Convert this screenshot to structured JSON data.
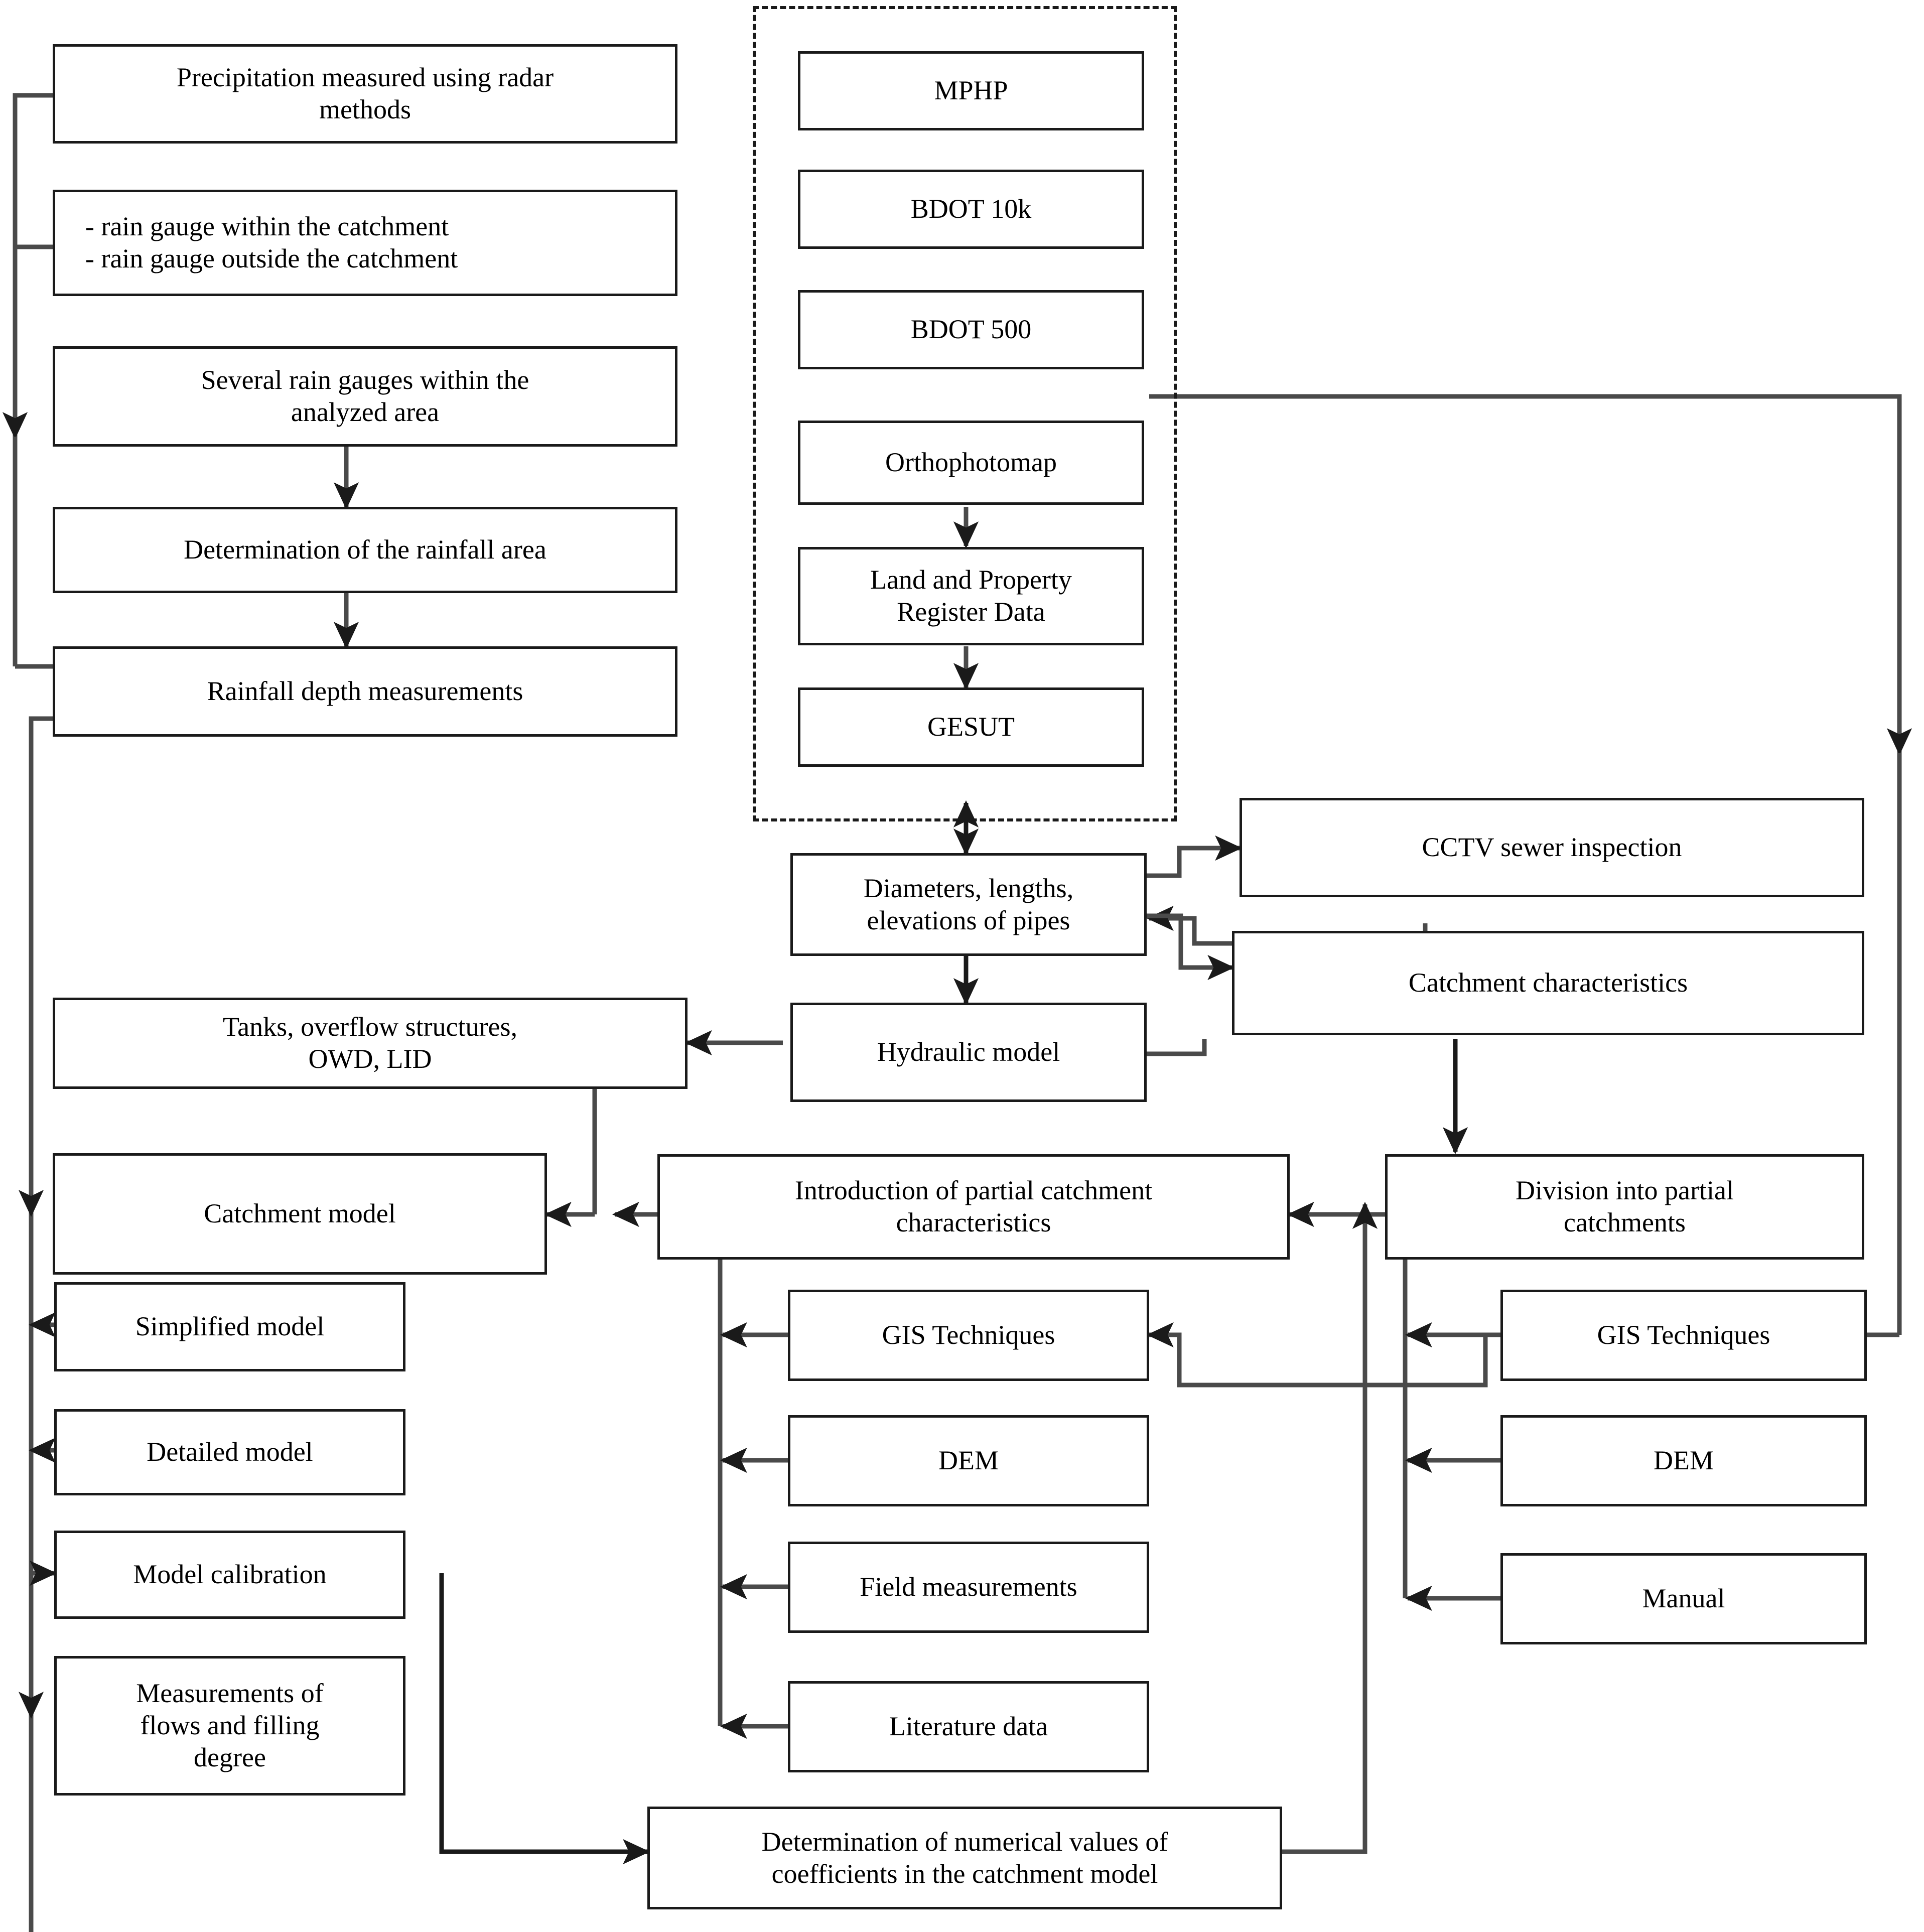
{
  "diagram": {
    "title": "Urban catchment hydraulic and hydrological modelling workflow",
    "style": {
      "box_border": "#1a1a1a",
      "box_fill": "#ffffff",
      "connector": "#3f3f3f",
      "dashed_group_border": "#1a1a1a",
      "text": "#000000"
    },
    "dashed_group_label": "",
    "nodes": [
      {
        "id": "precip_radar",
        "label": "Precipitation measured using radar\nmethods"
      },
      {
        "id": "rain_gauges",
        "label": "-   rain gauge within the catchment\n-   rain gauge outside the catchment"
      },
      {
        "id": "several_gauges",
        "label": "Several rain gauges within the\nanalyzed area"
      },
      {
        "id": "rainfall_area",
        "label": "Determination of the rainfall area"
      },
      {
        "id": "rain_depth",
        "label": "Rainfall depth measurements"
      },
      {
        "id": "mphp",
        "label": "MPHP"
      },
      {
        "id": "bdot10k",
        "label": "BDOT 10k"
      },
      {
        "id": "bdot500",
        "label": "BDOT 500"
      },
      {
        "id": "ortho",
        "label": "Orthophotomap"
      },
      {
        "id": "landreg",
        "label": "Land and Property\nRegister Data"
      },
      {
        "id": "gesut",
        "label": "GESUT"
      },
      {
        "id": "pipes",
        "label": "Diameters, lengths,\nelevations of pipes"
      },
      {
        "id": "cctv",
        "label": "CCTV sewer inspection"
      },
      {
        "id": "catch_char",
        "label": "Catchment characteristics"
      },
      {
        "id": "hydraulic",
        "label": "Hydraulic model"
      },
      {
        "id": "tanks",
        "label": "Tanks, overflow structures,\nOWD, LID"
      },
      {
        "id": "catch_model",
        "label": "Catchment model"
      },
      {
        "id": "intro_partial",
        "label": "Introduction of partial catchment\ncharacteristics"
      },
      {
        "id": "division",
        "label": "Division into partial\ncatchments"
      },
      {
        "id": "simplified",
        "label": "Simplified model"
      },
      {
        "id": "gis_mid",
        "label": "GIS Techniques"
      },
      {
        "id": "gis_right",
        "label": "GIS Techniques"
      },
      {
        "id": "detailed",
        "label": "Detailed model"
      },
      {
        "id": "dem_mid",
        "label": "DEM"
      },
      {
        "id": "dem_right",
        "label": "DEM"
      },
      {
        "id": "calibration",
        "label": "Model calibration"
      },
      {
        "id": "field_meas",
        "label": "Field measurements"
      },
      {
        "id": "manual",
        "label": "Manual"
      },
      {
        "id": "flows_filling",
        "label": "Measurements of\nflows and filling\ndegree"
      },
      {
        "id": "literature",
        "label": "Literature data"
      },
      {
        "id": "coefficients",
        "label": "Determination of numerical values of\ncoefficients in the catchment model"
      }
    ]
  }
}
